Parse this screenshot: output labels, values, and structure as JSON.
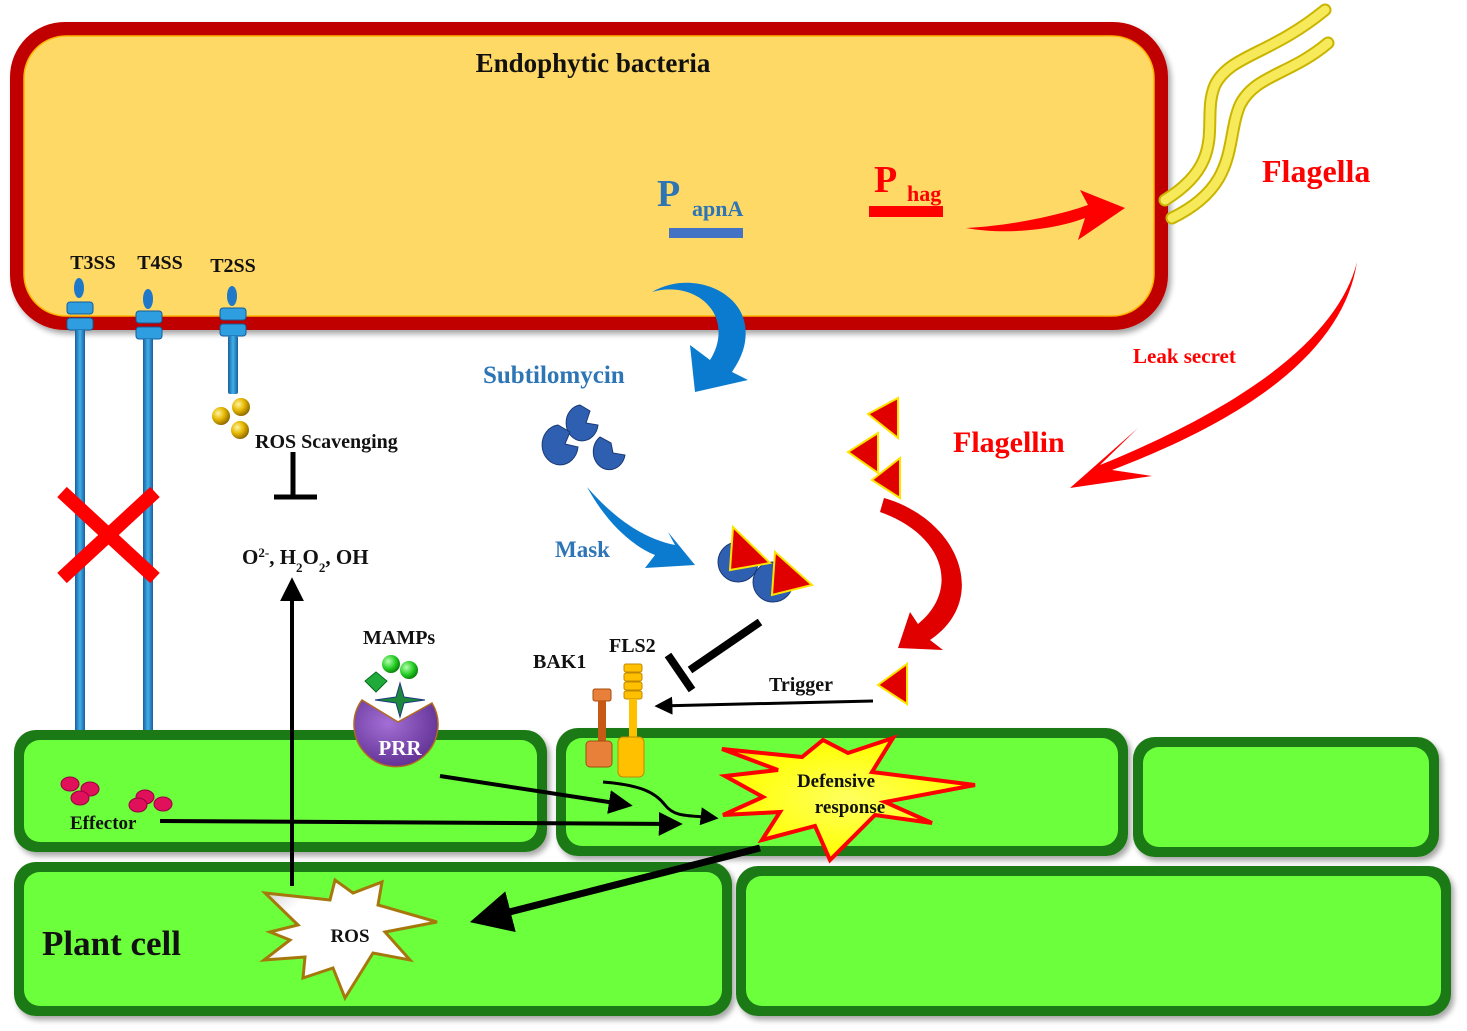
{
  "bacterium": {
    "title": "Endophytic bacteria",
    "secretion_systems": [
      "T3SS",
      "T4SS",
      "T2SS"
    ],
    "promoter_apnA": {
      "letter": "P",
      "subscript": "apnA"
    },
    "promoter_hag": {
      "letter": "P",
      "subscript": "hag"
    }
  },
  "labels": {
    "flagella": "Flagella",
    "leak_secret": "Leak secret",
    "flagellin": "Flagellin",
    "subtilomycin": "Subtilomycin",
    "mask": "Mask",
    "ros_scavenging": "ROS Scavenging",
    "ros_species": {
      "o": "O",
      "o_sup": "2-",
      "sep1": ", ",
      "h": "H",
      "h_sub": "2",
      "o2": "O",
      "o2_sub": "2",
      "sep2": ", ",
      "oh": "OH"
    },
    "mamps": "MAMPs",
    "prr": "PRR",
    "bak1": "BAK1",
    "fls2": "FLS2",
    "trigger": "Trigger",
    "effector": "Effector",
    "defensive_line1": "Defensive",
    "defensive_line2": "response",
    "ros": "ROS",
    "plant_cell": "Plant cell"
  },
  "colors": {
    "bacteria_fill": "#FFD966",
    "bacteria_border": "#C00000",
    "plant_fill": "#6CFF3C",
    "plant_border": "#1E7A12",
    "blue_text": "#2E75B6",
    "red_text": "#FF0000",
    "flagella": "#F2E04A"
  }
}
